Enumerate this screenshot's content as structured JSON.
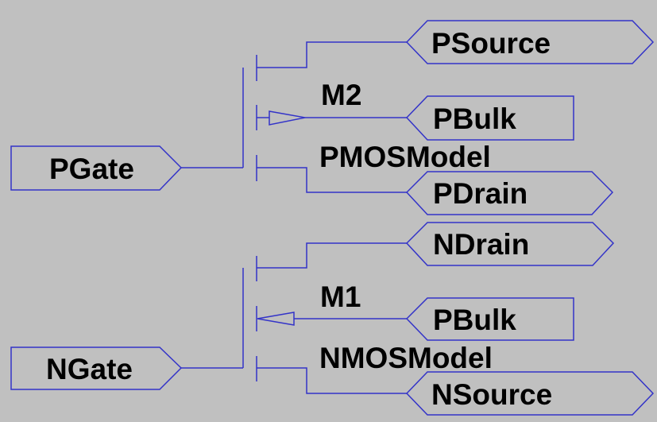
{
  "colors": {
    "background": "#c0c0c0",
    "wire": "#3333c8",
    "text": "#000000"
  },
  "pmos": {
    "name": "M2",
    "model": "PMOSModel"
  },
  "nmos": {
    "name": "M1",
    "model": "NMOSModel"
  },
  "labels": {
    "psource": "PSource",
    "pbulk_top": "PBulk",
    "pdrain": "PDrain",
    "pgate": "PGate",
    "ndrain": "NDrain",
    "pbulk_bottom": "PBulk",
    "nsource": "NSource",
    "ngate": "NGate"
  }
}
